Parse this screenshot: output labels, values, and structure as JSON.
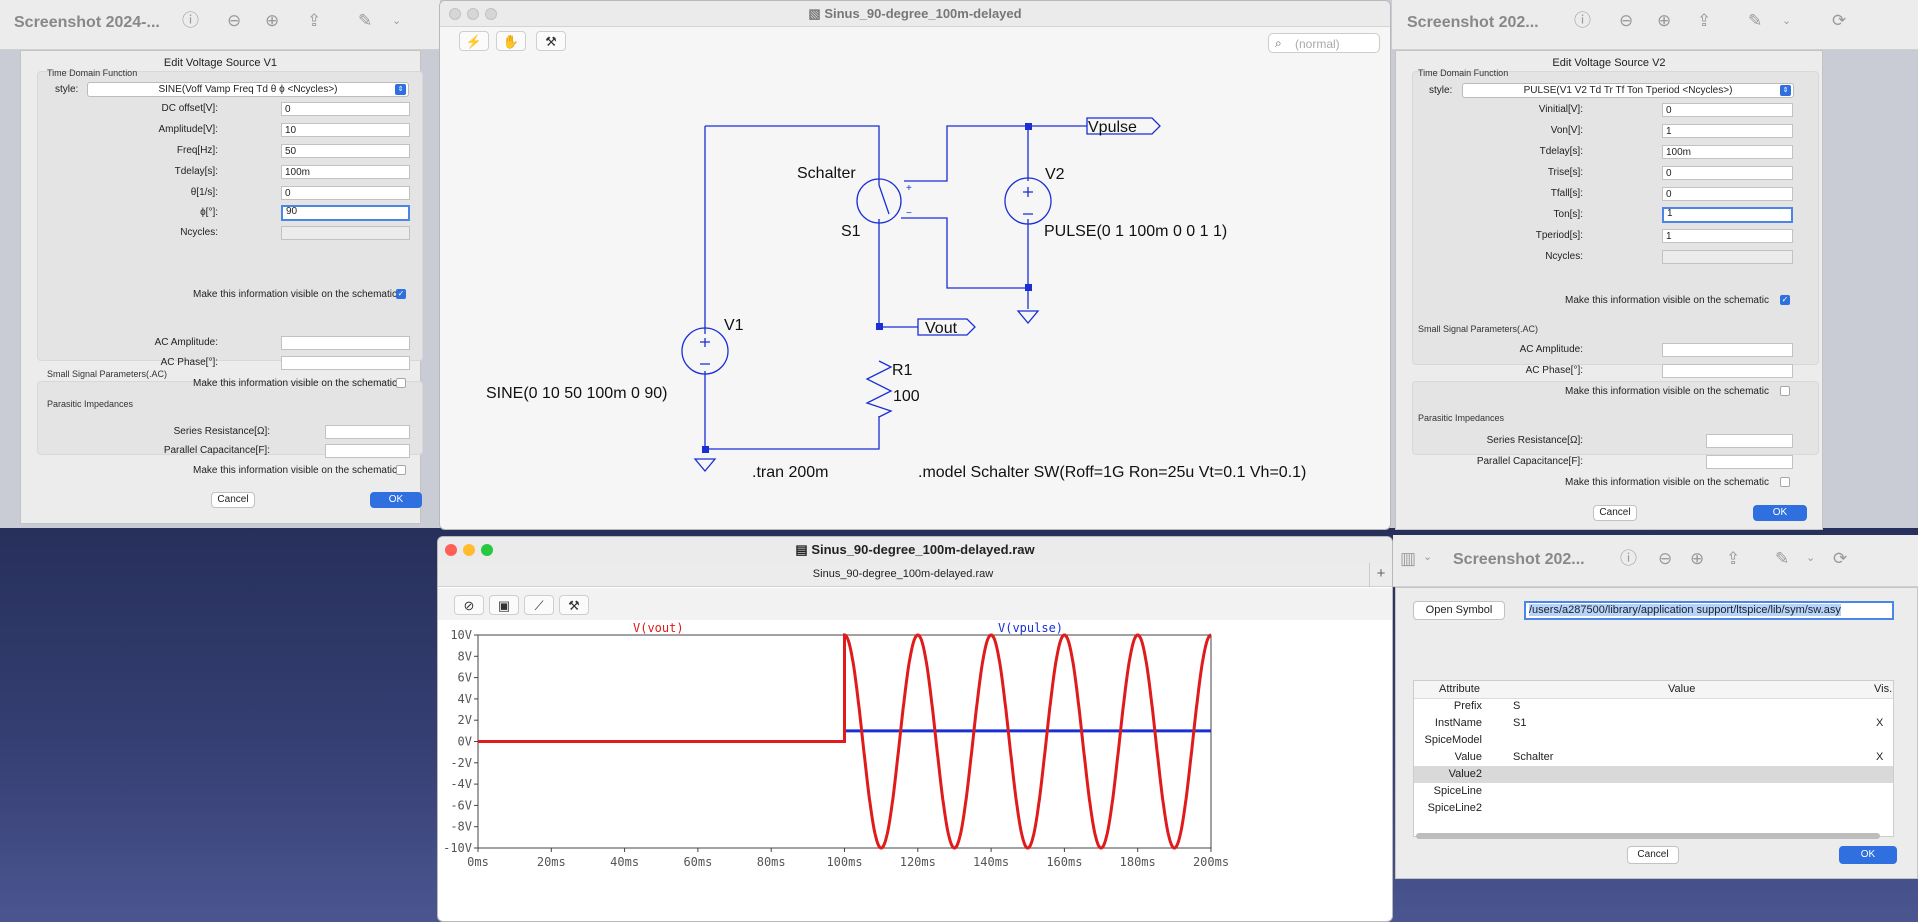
{
  "desktop": {
    "viewer_left": {
      "title": "Screenshot 2024-..."
    },
    "viewer_right": {
      "title": "Screenshot 202..."
    },
    "viewer_bottom": {
      "title": "Screenshot 202..."
    }
  },
  "dialog_v1": {
    "title": "Edit Voltage Source V1",
    "section_time": "Time Domain Function",
    "style_label": "style:",
    "style_value": "SINE(Voff Vamp Freq Td θ ϕ <Ncycles>)",
    "fields": [
      {
        "label": "DC offset[V]:",
        "value": "0"
      },
      {
        "label": "Amplitude[V]:",
        "value": "10"
      },
      {
        "label": "Freq[Hz]:",
        "value": "50"
      },
      {
        "label": "Tdelay[s]:",
        "value": "100m"
      },
      {
        "label": "θ[1/s]:",
        "value": "0"
      },
      {
        "label": "ϕ[°]:",
        "value": "90"
      },
      {
        "label": "Ncycles:",
        "value": ""
      }
    ],
    "visible_label": "Make this information visible on the schematic",
    "visible_checked": true,
    "section_ac": "Small Signal Parameters(.AC)",
    "ac_amplitude_label": "AC Amplitude:",
    "ac_phase_label": "AC Phase[°]:",
    "ac_visible_label": "Make this information visible on the schematic",
    "section_parasitic": "Parasitic Impedances",
    "series_label": "Series Resistance[Ω]:",
    "parallel_label": "Parallel Capacitance[F]:",
    "par_visible_label": "Make this information visible on the schematic",
    "cancel": "Cancel",
    "ok": "OK"
  },
  "dialog_v2": {
    "title": "Edit Voltage Source V2",
    "section_time": "Time Domain Function",
    "style_label": "style:",
    "style_value": "PULSE(V1 V2 Td Tr Tf Ton Tperiod <Ncycles>)",
    "fields": [
      {
        "label": "Vinitial[V]:",
        "value": "0"
      },
      {
        "label": "Von[V]:",
        "value": "1"
      },
      {
        "label": "Tdelay[s]:",
        "value": "100m"
      },
      {
        "label": "Trise[s]:",
        "value": "0"
      },
      {
        "label": "Tfall[s]:",
        "value": "0"
      },
      {
        "label": "Ton[s]:",
        "value": "1"
      },
      {
        "label": "Tperiod[s]:",
        "value": "1"
      },
      {
        "label": "Ncycles:",
        "value": ""
      }
    ],
    "visible_label": "Make this information visible on the schematic",
    "visible_checked": true,
    "section_ac": "Small Signal Parameters(.AC)",
    "ac_amplitude_label": "AC Amplitude:",
    "ac_phase_label": "AC Phase[°]:",
    "ac_visible_label": "Make this information visible on the schematic",
    "section_parasitic": "Parasitic Impedances",
    "series_label": "Series Resistance[Ω]:",
    "parallel_label": "Parallel Capacitance[F]:",
    "par_visible_label": "Make this information visible on the schematic",
    "cancel": "Cancel",
    "ok": "OK"
  },
  "schematic": {
    "title": "Sinus_90-degree_100m-delayed",
    "search_placeholder": "(normal)",
    "labels": {
      "switch_name": "Schalter",
      "switch_ref": "S1",
      "v2": "V2",
      "v2_value": "PULSE(0 1 100m 0 0 1 1)",
      "vpulse": "Vpulse",
      "v1": "V1",
      "v1_value": "SINE(0 10 50 100m 0 90)",
      "vout": "Vout",
      "r1": "R1",
      "r1_value": "100",
      "tran": ".tran 200m",
      "model": ".model Schalter SW(Roff=1G Ron=25u Vt=0.1 Vh=0.1)"
    }
  },
  "waveform": {
    "title": "Sinus_90-degree_100m-delayed.raw",
    "tab": "Sinus_90-degree_100m-delayed.raw",
    "add_tab": "+"
  },
  "chart_data": {
    "type": "line",
    "x_unit": "ms",
    "xlim": [
      0,
      200
    ],
    "ylim": [
      -10,
      10
    ],
    "grid": false,
    "legend": "top",
    "x_ticks": [
      "0ms",
      "20ms",
      "40ms",
      "60ms",
      "80ms",
      "100ms",
      "120ms",
      "140ms",
      "160ms",
      "180ms",
      "200ms"
    ],
    "y_ticks": [
      "10V",
      "8V",
      "6V",
      "4V",
      "2V",
      "0V",
      "-2V",
      "-4V",
      "-6V",
      "-8V",
      "-10V"
    ],
    "series": [
      {
        "name": "V(vout)",
        "color": "#e01b1b",
        "segments": [
          {
            "t0": 0,
            "t1": 100,
            "value": 0
          }
        ],
        "sine": {
          "t_start": 100,
          "t_end": 200,
          "offset": 0,
          "amplitude": 10,
          "freq_hz": 50,
          "phase_deg": 90
        }
      },
      {
        "name": "V(vpulse)",
        "color": "#1a2fd6",
        "points": [
          [
            0,
            0
          ],
          [
            100,
            0
          ],
          [
            100,
            1
          ],
          [
            200,
            1
          ]
        ]
      }
    ]
  },
  "symbol_dialog": {
    "open_symbol": "Open Symbol",
    "path": "/users/a287500/library/application support/ltspice/lib/sym/sw.asy",
    "columns": [
      "Attribute",
      "Value",
      "Vis."
    ],
    "rows": [
      {
        "attr": "Prefix",
        "value": "S",
        "vis": ""
      },
      {
        "attr": "InstName",
        "value": "S1",
        "vis": "X"
      },
      {
        "attr": "SpiceModel",
        "value": "",
        "vis": ""
      },
      {
        "attr": "Value",
        "value": "Schalter",
        "vis": "X"
      },
      {
        "attr": "Value2",
        "value": "",
        "vis": ""
      },
      {
        "attr": "SpiceLine",
        "value": "",
        "vis": ""
      },
      {
        "attr": "SpiceLine2",
        "value": "",
        "vis": ""
      }
    ],
    "cancel": "Cancel",
    "ok": "OK"
  }
}
